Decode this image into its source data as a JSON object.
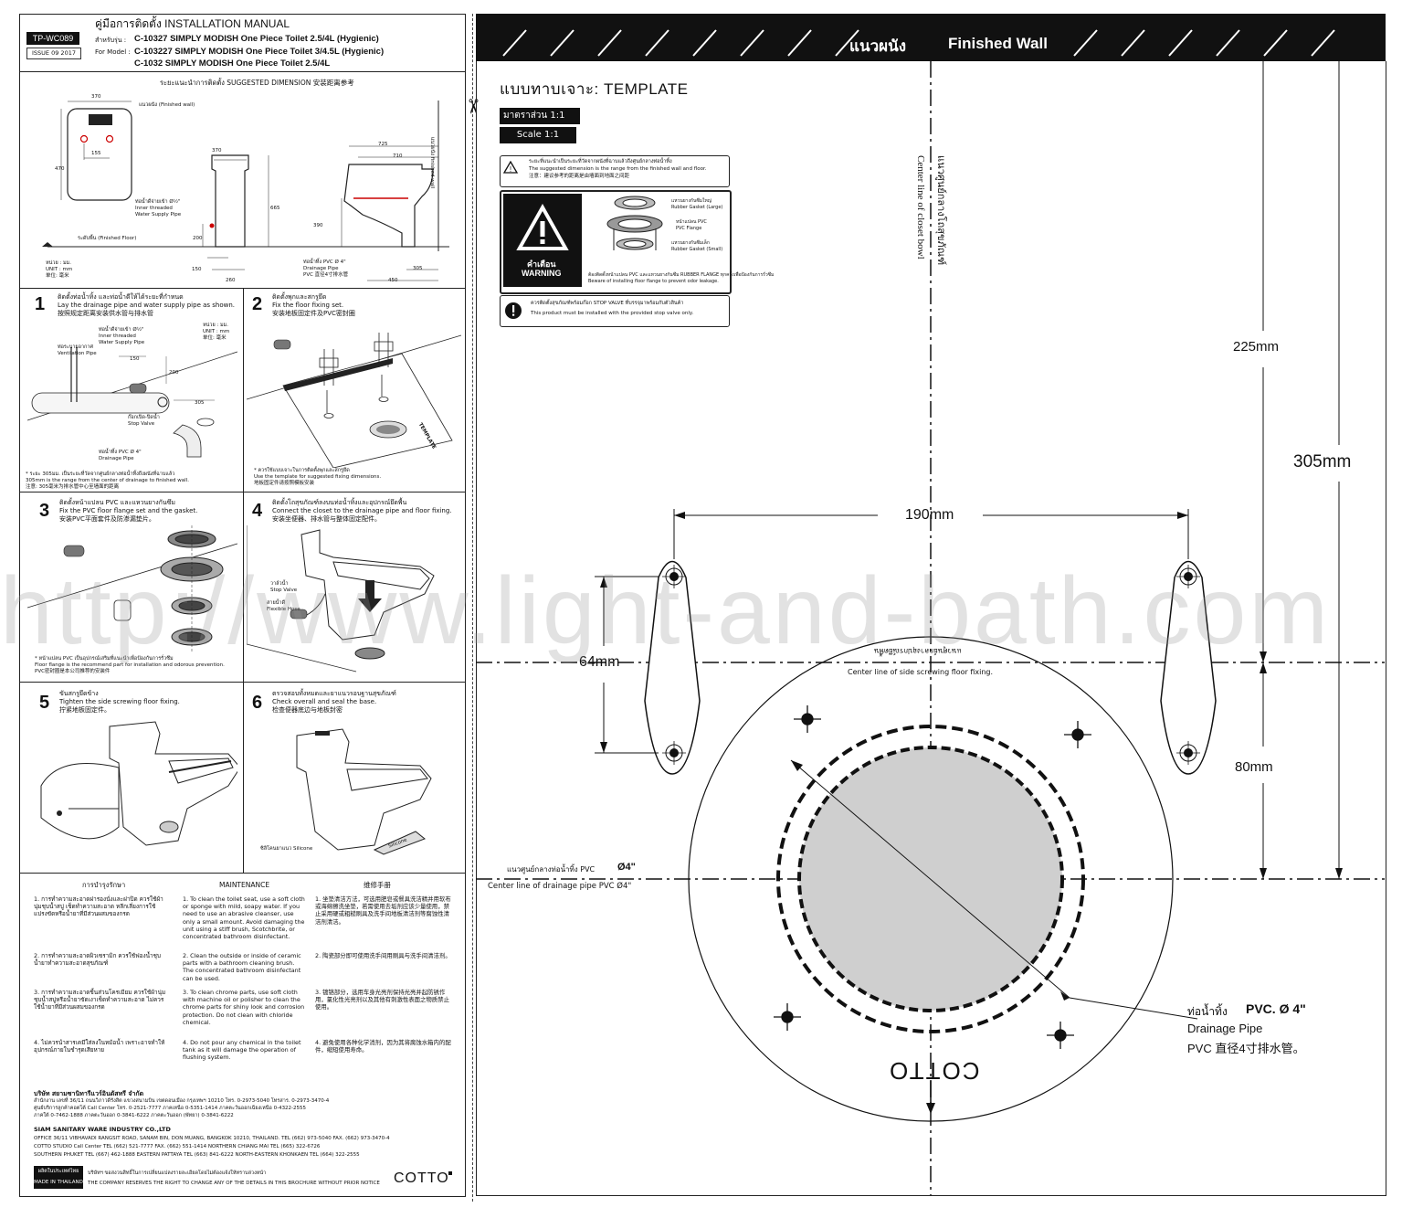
{
  "header": {
    "code": "TP-WC089",
    "issue": "ISSUE 09 2017",
    "manual_title": "คู่มือการติดตั้ง INSTALLATION MANUAL",
    "models_label_th": "สำหรับรุ่น :",
    "models_label_en": "For Model :",
    "models": [
      "C-10327 SIMPLY MODISH One Piece Toilet 2.5/4L (Hygienic)",
      "C-103227 SIMPLY MODISH One Piece Toilet 3/4.5L (Hygienic)",
      "C-1032 SIMPLY MODISH One Piece Toilet 2.5/4L"
    ]
  },
  "dimensions_section": {
    "title": "ระยะแนะนำการติดตั้ง   SUGGESTED DIMENSION  安装距离参考",
    "finished_wall": "แนวผนัง (Finished wall)",
    "finished_wall_side": "แนวผนัง finished wall",
    "finished_floor": "ระดับพื้น (Finished Floor)",
    "unit_label": "หน่วย : มม.\nUNIT : mm\n单位: 毫米",
    "water_supply": "ท่อน้ำดีจ่ายเข้า Ø½\"\nInner threaded\nWater Supply Pipe",
    "drainage": "ท่อน้ำทิ้ง PVC Ø 4\"\nDrainage Pipe\nPVC 直径4寸排水管",
    "dims": {
      "d370a": "370",
      "d155": "155",
      "d470": "470",
      "d370b": "370",
      "d665": "665",
      "d200": "200",
      "d150": "150",
      "d260": "260",
      "d725": "725",
      "d710": "710",
      "d390": "390",
      "d305": "305",
      "d450": "450"
    }
  },
  "steps": [
    {
      "num": "1",
      "th": "ติดตั้งท่อน้ำทิ้ง และท่อน้ำดีให้ได้ระยะที่กำหนด",
      "en": "Lay the drainage pipe and water supply pipe as shown.",
      "cn": "按照规定距离安装供水管与排水管",
      "note": "* ระยะ 305มม. เป็นระยะที่วัดจากศูนย์กลางท่อน้ำทิ้งถึงผนังที่ฉาบแล้ว\n305mm is the range from the center of drainage to finished wall.\n注意: 305毫米为排水管中心至墙面的距离",
      "labels": {
        "vent": "ท่อระบายอากาศ\nVentilation Pipe",
        "supply": "ท่อน้ำดีจ่ายเข้า Ø½\"\nInner threaded\nWater Supply Pipe",
        "stop": "ก๊อกเปิด-ปิดน้ำ\nStop Valve",
        "drain": "ท่อน้ำทิ้ง PVC Ø 4\"\nDrainage Pipe",
        "unit": "หน่วย : มม.\nUNIT : mm\n单位: 毫米",
        "d150": "150",
        "d200": "200",
        "d305": "305"
      }
    },
    {
      "num": "2",
      "th": "ติดตั้งพุกและสกรูยึด",
      "en": "Fix the floor fixing set.",
      "cn": "安装地板固定件及PVC密封圈",
      "note": "* ควรใช้แบบเจาะในการติดตั้งพุกและสกรูยึด\nUse the template for suggested fixing dimensions.\n地板固定件请按照模板安装",
      "labels": {
        "template": "TEMPLATE"
      }
    },
    {
      "num": "3",
      "th": "ติดตั้งหน้าแปลน PVC และแหวนยางกันซึม",
      "en": "Fix the PVC floor flange set and the gasket.",
      "cn": "安装PVC平面套件及防渗漏垫片。",
      "note": "* หน้าแปลน PVC เป็นอุปกรณ์เสริมที่แนะนำเพื่อป้องกันการรั่วซึม\nFloor flange is the recommend part for installation and odorous prevention.\nPVC密封圈是本公司推荐的安装件",
      "labels": {}
    },
    {
      "num": "4",
      "th": "ติดตั้งโถสุขภัณฑ์ลงบนท่อน้ำทิ้งและอุปกรณ์ยึดพื้น",
      "en": "Connect the closet to the drainage pipe and floor fixing.",
      "cn": "安装坐便器、排水管与整体固定配件。",
      "note": "",
      "labels": {
        "valve": "วาล์วน้ำ\nStop Valve",
        "hose": "สายน้ำดี\nFlexible Hose"
      }
    },
    {
      "num": "5",
      "th": "ขันสกรูยึดข้าง",
      "en": "Tighten the side screwing floor fixing.",
      "cn": "拧紧地板固定件。",
      "note": "",
      "labels": {}
    },
    {
      "num": "6",
      "th": "ตรวจสอบทั้งหมดและยาแนวรอบฐานสุขภัณฑ์",
      "en": "Check overall and seal the base.",
      "cn": "检查便器底边与地板封密",
      "note": "",
      "labels": {
        "silicone": "ซิลิโคนยาแนว Silicone",
        "tube": "Silicone"
      }
    }
  ],
  "maintenance": {
    "title_th": "การบำรุงรักษา",
    "title_en": "MAINTENANCE",
    "title_cn": "维修手册",
    "th": [
      "1. การทำความสะอาดฝารองนั่งและฝาปิด ควรใช้ผ้านุ่มชุบน้ำสบู่ เช็ดทำความสะอาด หลีกเลี่ยงการใช้แปรงขัดหรือน้ำยาที่มีส่วนผสมของกรด",
      "2. การทำความสะอาดผิวเซรามิก ควรใช้ฟองน้ำชุบน้ำยาทำความสะอาดสุขภัณฑ์",
      "3. การทำความสะอาดชิ้นส่วนโครเมียม ควรใช้ผ้านุ่มชุบน้ำสบู่หรือน้ำยาขัดเงาเช็ดทำความสะอาด ไม่ควรใช้น้ำยาที่มีส่วนผสมของกรด",
      "4. ไม่ควรนำสารเคมีใส่ลงในหม้อน้ำ เพราะอาจทำให้อุปกรณ์ภายในชำรุดเสียหาย"
    ],
    "en": [
      "1. To clean the toilet seat, use a soft cloth or sponge with mild, soapy water. If you need to use an abrasive cleanser, use only a small amount. Avoid damaging the unit using a stiff brush, Scotchbrite, or concentrated bathroom disinfectant.",
      "2. Clean the outside or inside of ceramic parts with a bathroom cleaning brush. The concentrated bathroom disinfectant can be used.",
      "3. To clean chrome parts, use soft cloth with machine oil or polisher to clean the chrome parts for shiny look and corrosion protection. Do not clean with chloride chemical.",
      "4. Do not pour any chemical in the toilet tank as it will damage the operation of flushing system."
    ],
    "cn": [
      "1. 坐垫清洁方法，可选用肥皂或餐具洗洁精并用软布或海绵擦洗坐垫，若需使用去垢剂应该少量使用，禁止采用硬或粗糙刷具及洗手间地板清洁剂等腐蚀性清洁剂清洁。",
      "2. 陶瓷部分即可使用洗手间用刷具与洗手间清洁剂。",
      "3. 镀铬部分，选用车身光亮剂保持光亮并起防锈作用，氯化性光亮剂以及其他有刺激性表面之物质禁止使用。",
      "4. 避免使用各种化学消剂，因为其将腐蚀水箱内的配件，缩短使用寿命。"
    ]
  },
  "company": {
    "name_th": "บริษัท สยามซานิทารีแวร์อินดัสทรี จำกัด",
    "lines_th": [
      "สำนักงาน เลขที่ 36/11 ถนนวิภาวดีรังสิต แขวงสนามบิน เขตดอนเมือง กรุงเทพฯ 10210 โทร. 0-2973-5040 โทรสาร. 0-2973-3470-4",
      "ศูนย์บริการลูกค้าคอตโต้ Call Center โทร. 0-2521-7777 ภาคเหนือ 0-5351-1414 ภาคตะวันออกเฉียงเหนือ 0-4322-2555",
      "ภาคใต้ 0-7462-1888 ภาคตะวันออก 0-3841-6222 ภาคตะวันออก (พัทยา) 0-3841-6222"
    ],
    "name_en": "SIAM SANITARY WARE INDUSTRY CO.,LTD",
    "lines_en": [
      "OFFICE 36/11 VIBHAVADI RANGSIT ROAD, SANAM BIN, DON MUANG, BANGKOK 10210, THAILAND. TEL (662) 973-5040 FAX. (662) 973-3470-4",
      "COTTO STUDIO Call Center TEL (662) 521-7777 FAX. (662) 551-1414 NORTHERN CHIANG MAI TEL (665) 322-6726",
      "SOUTHERN PHUKET TEL (667) 462-1888 EASTERN PATTAYA TEL (663) 841-6222 NORTH-EASTERN KHONKAEN TEL (664) 322-2555"
    ],
    "made_in_th": "ผลิตในประเทศไทย",
    "made_in_en": "MADE IN THAILAND",
    "reserve_th": "บริษัทฯ ขอสงวนสิทธิ์ในการเปลี่ยนแปลงรายละเอียดโดยไม่ต้องแจ้งให้ทราบล่วงหน้า",
    "reserve_en": "THE COMPANY RESERVES THE RIGHT TO CHANGE ANY OF THE DETAILS IN THIS BROCHURE WITHOUT PRIOR NOTICE",
    "brand": "COTTO"
  },
  "template": {
    "wall_th": "แนวผนัง",
    "wall_en": "Finished Wall",
    "title": "แบบทาบเจาะ: TEMPLATE",
    "scale_th": "มาตราส่วน 1:1",
    "scale_en": "Scale 1:1",
    "notice_th": "ระยะที่แนะนำเป็นระยะที่วัดจากผนังที่ฉาบแล้วถึงศูนย์กลางท่อน้ำทิ้ง",
    "notice_en": "The suggested dimension is the range from the finished wall and floor.",
    "notice_cn": "注意：建议参考的距离是由墙面到地面之间距",
    "warning_th": "คำเตือน",
    "warning_en": "WARNING",
    "warn_labels": {
      "gasket_large": "แหวนยางกันซึมใหญ่\nRubber Gasket (Large)",
      "pvc_flange": "หน้าแปลน PVC\nPVC Flange",
      "gasket_small": "แหวนยางกันซึมเล็ก\nRubber Gasket (Small)"
    },
    "warning_text_th": "ต้องติดตั้งหน้าแปลน PVC และแหวนยางกันซึม RUBBER FLANGE ทุกครั้งเพื่อป้องกันการรั่วซึม",
    "warning_text_en": "Beware of installing floor flange to prevent odor leakage.",
    "info_th": "ควรติดตั้งสุขภัณฑ์พร้อมก๊อก STOP VALVE ที่บรรจุมาพร้อมกับตัวสินค้า",
    "info_en": "This product must be installed with the provided stop valve only.",
    "center_bowl_th": "แนวศูนย์กลางโถสุขภัณฑ์",
    "center_bowl_en": "Center line of closet bowl",
    "d225": "225mm",
    "d305": "305mm",
    "d190": "190mm",
    "d64": "64mm",
    "d80": "80mm",
    "side_fix_th": "แนวศูนย์กลางอุปกรณ์ยึดพื้น",
    "side_fix_en": "Center line of side screwing floor fixing.",
    "drain_center_th": "แนวศูนย์กลางท่อน้ำทิ้ง PVC",
    "drain_center_th_size": "Ø4\"",
    "drain_center_en": "Center line of drainage pipe PVC   Ø4\"",
    "drain_label_th": "ท่อน้ำทิ้ง",
    "drain_label_pvc": "PVC. Ø 4\"",
    "drain_label_en": "Drainage Pipe",
    "drain_label_cn": "PVC 直径4寸排水管。",
    "brand_mirrored": "COTTO"
  },
  "watermark": "http://www.light-and-bath.com"
}
